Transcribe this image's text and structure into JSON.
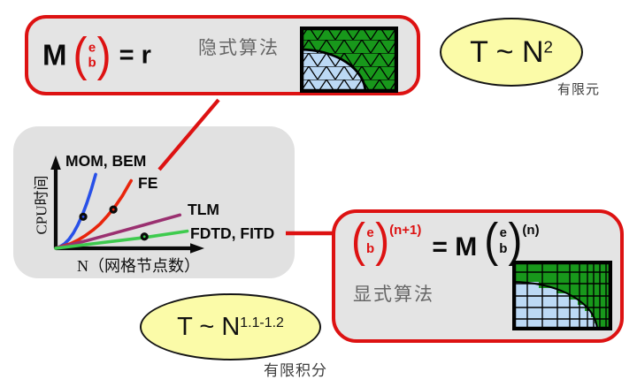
{
  "colors": {
    "accent_red": "#dd1212",
    "box_fill": "#e4e4e4",
    "ellipse_yellow": "#fbfba8",
    "mesh_green": "#18981b",
    "mesh_blue": "#bcd9f5"
  },
  "implicit_box": {
    "M": "M",
    "po": "(",
    "e": "e",
    "b": "b",
    "pc": ")",
    "rhs": "= r",
    "algo_label": "隐式算法"
  },
  "fem_ellipse": {
    "base": "T ~ N",
    "exp": "2",
    "caption": "有限元"
  },
  "explicit_box": {
    "po": "(",
    "lhs_e": "e",
    "lhs_b": "b",
    "pc": ")",
    "lhs_exp": "(n+1)",
    "eq": "= M",
    "rhs_e": "e",
    "rhs_b": "b",
    "rhs_exp": "(n)",
    "algo_label": "显式算法"
  },
  "fitd_ellipse": {
    "base": "T ~ N",
    "exp": "1.1-1.2",
    "caption": "有限积分"
  },
  "chart_data": {
    "type": "line",
    "title": "",
    "xlabel": "N（网格节点数）",
    "ylabel": "CPU时间",
    "x_axis": "qualitative sketch, no tick labels",
    "y_axis": "qualitative sketch, no tick labels",
    "grid": false,
    "legend": "labels placed next to each curve",
    "series": [
      {
        "name": "MOM, BEM",
        "color": "#2850e8",
        "trend": "steepest superlinear growth",
        "points": [
          [
            0,
            0
          ],
          [
            0.03,
            0.02
          ],
          [
            0.06,
            0.05
          ],
          [
            0.09,
            0.1
          ],
          [
            0.12,
            0.17
          ],
          [
            0.15,
            0.26
          ],
          [
            0.18,
            0.37
          ],
          [
            0.21,
            0.5
          ],
          [
            0.24,
            0.65
          ],
          [
            0.27,
            0.82
          ]
        ],
        "marker": [
          0.186,
          0.35
        ]
      },
      {
        "name": "FE",
        "color": "#e8250c",
        "trend": "steep superlinear growth",
        "points": [
          [
            0,
            0
          ],
          [
            0.05,
            0.025
          ],
          [
            0.1,
            0.05
          ],
          [
            0.15,
            0.09
          ],
          [
            0.2,
            0.14
          ],
          [
            0.25,
            0.2
          ],
          [
            0.3,
            0.27
          ],
          [
            0.35,
            0.36
          ],
          [
            0.4,
            0.46
          ],
          [
            0.45,
            0.58
          ],
          [
            0.51,
            0.75
          ]
        ],
        "marker": [
          0.39,
          0.43
        ]
      },
      {
        "name": "TLM",
        "color": "#9a3070",
        "trend": "near-linear growth",
        "points": [
          [
            0,
            0
          ],
          [
            0.2,
            0.08
          ],
          [
            0.4,
            0.17
          ],
          [
            0.6,
            0.26
          ],
          [
            0.84,
            0.37
          ]
        ],
        "marker": null
      },
      {
        "name": "FDTD, FITD",
        "color": "#3ecb4e",
        "trend": "shallowest near-linear growth",
        "points": [
          [
            0,
            0
          ],
          [
            0.3,
            0.06
          ],
          [
            0.6,
            0.12
          ],
          [
            0.89,
            0.19
          ]
        ],
        "marker": [
          0.6,
          0.13
        ]
      }
    ]
  }
}
